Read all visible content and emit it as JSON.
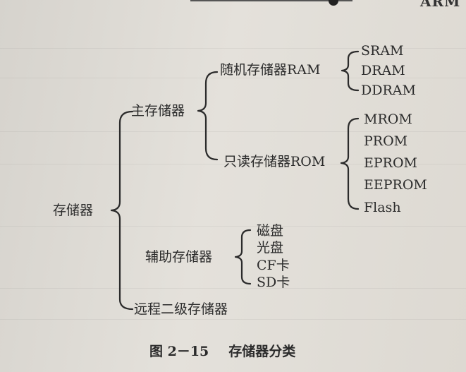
{
  "header": {
    "corner_text": "ARM"
  },
  "tree": {
    "root": "存储器",
    "main_memory": {
      "label": "主存储器",
      "ram": {
        "label": "随机存储器RAM",
        "items": [
          "SRAM",
          "DRAM",
          "DDRAM"
        ]
      },
      "rom": {
        "label": "只读存储器ROM",
        "items": [
          "MROM",
          "PROM",
          "EPROM",
          "EEPROM",
          "Flash"
        ]
      }
    },
    "aux_memory": {
      "label": "辅助存储器",
      "items": [
        "磁盘",
        "光盘",
        "CF卡",
        "SD卡"
      ]
    },
    "remote_memory": {
      "label": "远程二级存储器"
    }
  },
  "caption": {
    "number": "图 2－15",
    "title": "存储器分类"
  }
}
